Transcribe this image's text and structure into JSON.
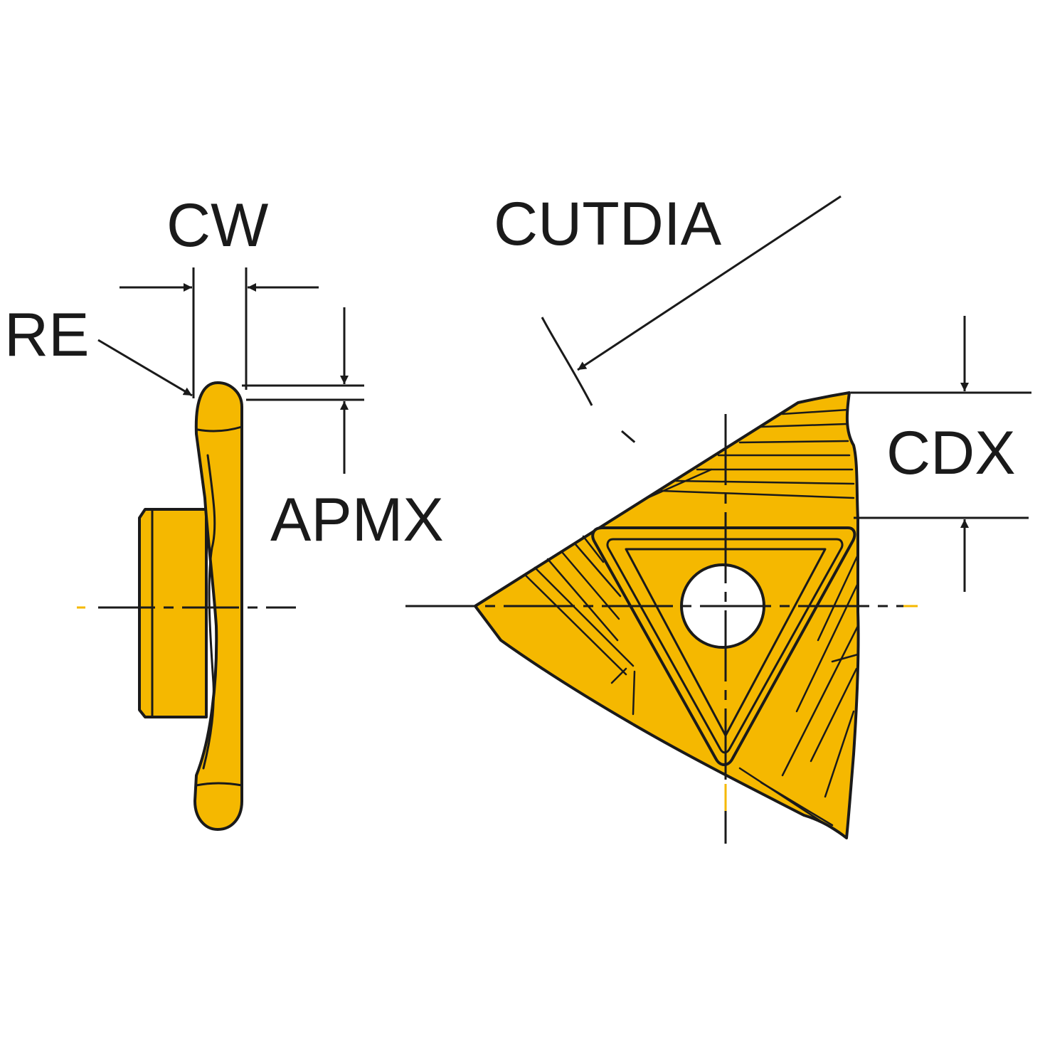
{
  "labels": {
    "cw": "CW",
    "re": "RE",
    "apmx": "APMX",
    "cutdia": "CUTDIA",
    "cdx": "CDX"
  },
  "colors": {
    "insert_fill": "#F5B800",
    "line": "#1a1a1a",
    "background": "#ffffff",
    "centerline_tip": "#F5B800"
  }
}
